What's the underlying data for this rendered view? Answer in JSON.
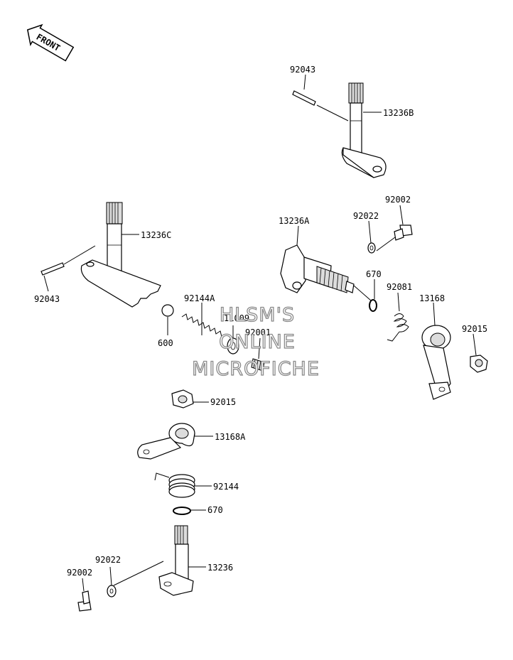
{
  "front_badge": "FRONT",
  "watermark": [
    "HLSM'S",
    "ONLINE",
    "MICROFICHE"
  ],
  "labels": {
    "p92043_top": "92043",
    "p13236B": "13236B",
    "p92002_right": "92002",
    "p13236A": "13236A",
    "p92022_right": "92022",
    "p670_right": "670",
    "p92081": "92081",
    "p13168": "13168",
    "p92015_right": "92015",
    "p13236C": "13236C",
    "p92043_left": "92043",
    "p92144A": "92144A",
    "p600": "600",
    "p11009": "11009",
    "p92001": "92001",
    "p92015_lower": "92015",
    "p13168A": "13168A",
    "p92144": "92144",
    "p670_lower": "670",
    "p13236": "13236",
    "p92022_lower": "92022",
    "p92002_lower": "92002"
  }
}
